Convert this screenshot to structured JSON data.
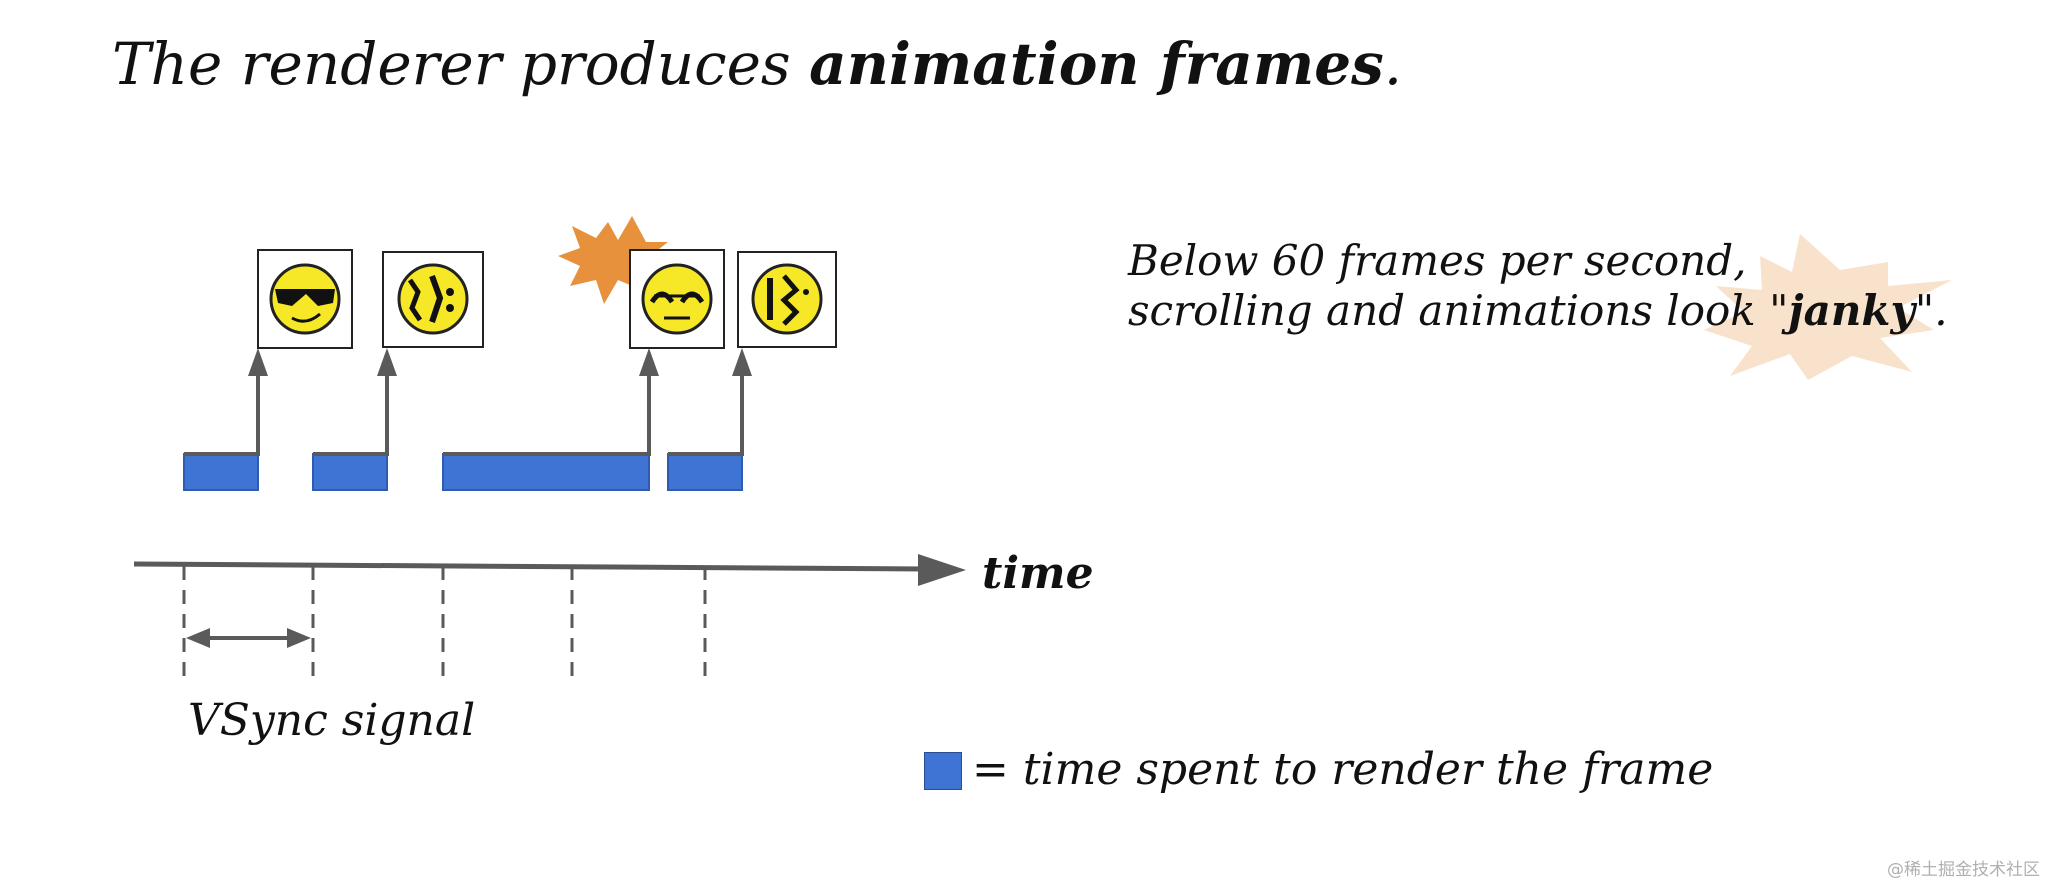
{
  "title": {
    "prefix": "The renderer produces ",
    "bold": "animation frames",
    "suffix": "."
  },
  "jank_note": {
    "line1": "Below 60 frames per second,",
    "line2_prefix": "scrolling and animations look \"",
    "line2_bold": "janky",
    "line2_suffix": "\"."
  },
  "axis_label": "time",
  "vsync_label": "VSync signal",
  "legend_label": "= time spent to render the frame",
  "watermark": "@稀土掘金技术社区",
  "colors": {
    "render_block": "#3f74d4",
    "axis": "#5a5a5a",
    "burst_orange": "#e8913d",
    "burst_pale": "#f8e2cc",
    "face_yellow": "#f7e827"
  },
  "frames": [
    {
      "face": "sunglasses-face-icon"
    },
    {
      "face": "turned-face-icon"
    },
    {
      "face": "squinting-face-icon",
      "janky": true
    },
    {
      "face": "turned-face-icon"
    }
  ],
  "vsync_ticks": 5
}
